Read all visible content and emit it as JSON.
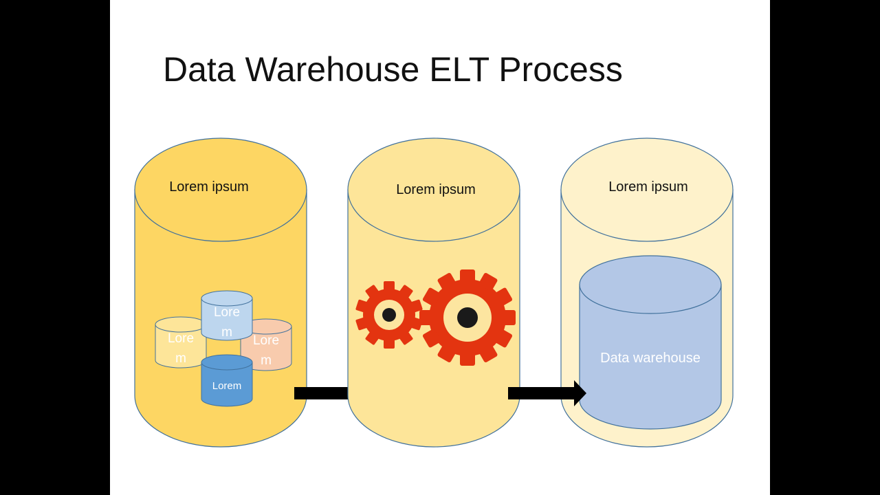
{
  "slide": {
    "title": "Data Warehouse ELT Process",
    "colors": {
      "background": "#ffffff",
      "frame": "#000000",
      "outline": "#41719c",
      "stage_source": "#fdd663",
      "stage_transform": "#fde599",
      "stage_warehouse": "#fef2cb",
      "gear": "#e33410",
      "gear_hub": "#fce5a0",
      "arrow": "#000000",
      "warehouse_db": "#b3c7e6",
      "mini_db_light_blue": "#bdd6ee",
      "mini_db_yellow": "#fde599",
      "mini_db_peach": "#f8cbad",
      "mini_db_blue": "#5b9bd5"
    },
    "stages": [
      {
        "id": "source",
        "label": "Lorem ipsum"
      },
      {
        "id": "transform",
        "label": "Lorem ipsum"
      },
      {
        "id": "warehouse",
        "label": "Lorem ipsum"
      }
    ],
    "source_databases": [
      {
        "id": "db-top",
        "line1": "Lore",
        "line2": "m"
      },
      {
        "id": "db-left",
        "line1": "Lore",
        "line2": "m"
      },
      {
        "id": "db-right",
        "line1": "Lore",
        "line2": "m"
      },
      {
        "id": "db-bottom",
        "line1": "Lorem"
      }
    ],
    "warehouse_db": {
      "label": "Data warehouse"
    },
    "icons": [
      "gear-icon",
      "gear-icon",
      "arrow-right-icon",
      "arrow-right-icon",
      "database-icon"
    ]
  }
}
